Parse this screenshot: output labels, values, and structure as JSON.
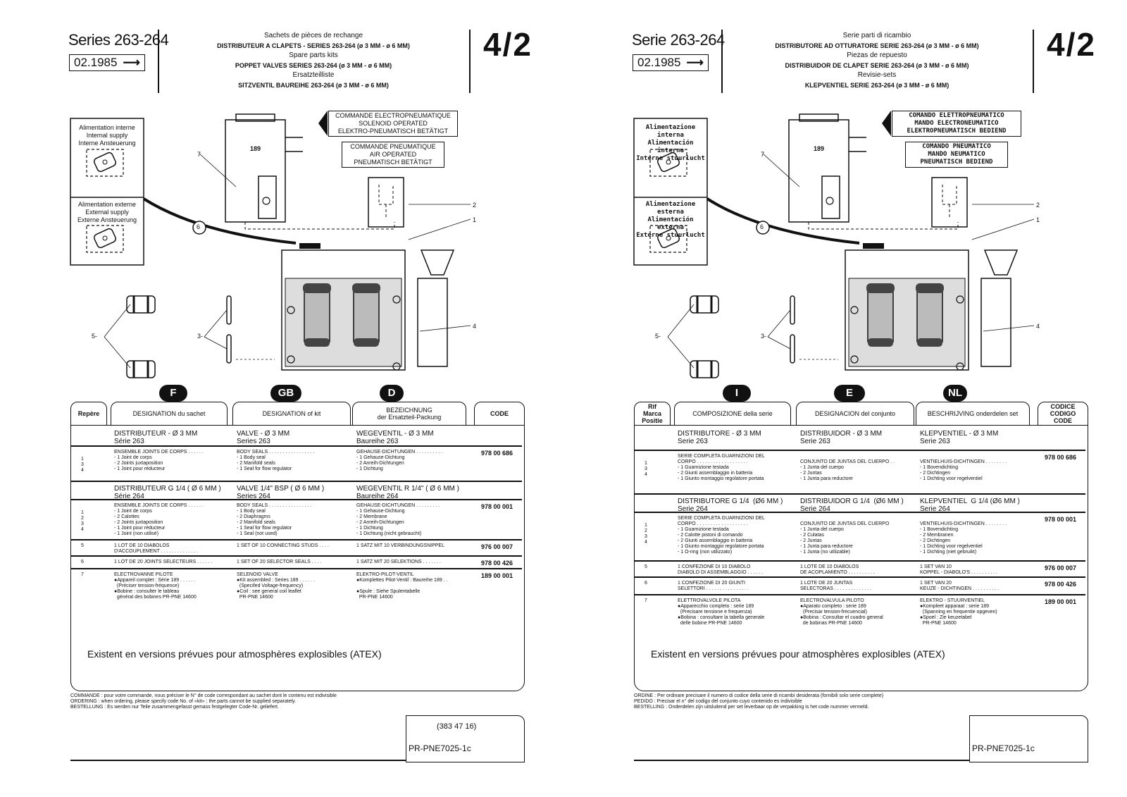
{
  "left": {
    "series": "Series 263-264",
    "date": "02.1985",
    "title_lines": [
      "Sachets de pièces de rechange",
      "DISTRIBUTEUR A CLAPETS - SERIES 263-264 (ø 3 MM - ø 6 MM)",
      "Spare parts kits",
      "POPPET VALVES SERIES 263-264 (ø 3 MM - ø 6 MM)",
      "Ersatzteilliste",
      "SITZVENTIL BAUREIHE 263-264 (ø 3 MM - ø 6 MM)"
    ],
    "page_no": "4/2",
    "supply_internal": [
      "Alimentation interne",
      "Internal supply",
      "Interne Ansteuerung"
    ],
    "supply_external": [
      "Alimentation externe",
      "External supply",
      "Externe Ansteuerung"
    ],
    "cmd_solenoid": [
      "COMMANDE ELECTROPNEUMATIQUE",
      "SOLENOID OPERATED",
      "ELEKTRO-PNEUMATISCH BETÄTIGT"
    ],
    "cmd_air": [
      "COMMANDE PNEUMATIQUE",
      "AIR OPERATED",
      "PNEUMATISCH BETÄTIGT"
    ],
    "coil_label": "189",
    "callouts": [
      "7",
      "6",
      "2",
      "1",
      "4",
      "5-",
      "3-"
    ],
    "badges": [
      "F",
      "GB",
      "D"
    ],
    "headers": [
      "Repère",
      "DESIGNATION du sachet",
      "DESIGNATION of kit",
      "BEZEICHNUNG\nder Ersatzteil-Packung",
      "CODE"
    ],
    "rows": [
      {
        "type": "title",
        "c1": "DISTRIBUTEUR - Ø 3 MM\nSérie 263",
        "c2": "VALVE - Ø 3 MM\nSeries 263",
        "c3": "WEGEVENTIL - Ø 3 MM\nBaureihe 263"
      },
      {
        "type": "item",
        "rep": "1\n3\n4",
        "c1": "ENSEMBLE JOINTS DE CORPS . . . . . .\n- 1 Joint de corps\n- 2 Joints juxtaposition\n- 1 Joint pour réducteur",
        "c2": "BODY SEALS . . . . . . . . . . . . . . . . .\n- 1 Body seal\n- 2 Manifold seals\n- 1 Seal for flow regulator",
        "c3": "GEHAUSE-DICHTUNGEN . . . . . . . . . .\n- 1 Gehause-Dichtung\n- 2 Anreih-Dichtungen\n- 1 Dichtung",
        "code": "978 00 686"
      },
      {
        "type": "title",
        "c1": "DISTRIBUTEUR G 1/4 ( Ø 6 MM )\nSérie 264",
        "c2": "VALVE 1/4\" BSP ( Ø 6 MM )\nSeries 264",
        "c3": "WEGEVENTIL R 1/4\" ( Ø 6 MM )\nBaureihe 264"
      },
      {
        "type": "item",
        "rep": "1\n2\n3\n4",
        "c1": "ENSEMBLE JOINTS DE CORPS . . . . . .\n- 1 Joint de corps\n- 2 Calottes\n- 2 Joints juxtaposition\n- 1 Joint pour réducteur\n- 1 Joint (non utilisé)",
        "c2": "BODY SEALS . . . . . . . . . . . . . . . .\n- 1 Body seal\n- 2 Diaphragms\n- 2 Manifold seals\n- 1 Seal for flow regulator\n- 1 Seal (not used)",
        "c3": "GEHAUSE-DICHTUNGEN . . . . . . . . .\n- 1 Gehause-Dichtung\n- 2 Membrane\n- 2 Anreih-Dichtungen\n- 1 Dichtung\n- 1 Dichtung (nicht gebraucht)",
        "code": "978 00 001"
      },
      {
        "type": "item",
        "rep": "5",
        "c1": "1 LOT DE 10 DIABOLOS\nD'ACCOUPLEMENT . . . . . . . . . . . . . .",
        "c2": "1 SET OF 10 CONNECTING STUDS . . . .",
        "c3": "1 SATZ MIT 10 VERBINDUNGSNIPPEL",
        "code": "976 00 007"
      },
      {
        "type": "item",
        "rep": "6",
        "c1": "1 LOT DE 20 JOINTS SELECTEURS . . . . . .",
        "c2": "1 SET OF 20 SELECTOR SEALS . . . .",
        "c3": "1 SATZ MIT 20 SELEKTIONS . . . . . . .",
        "code": "978 00 426"
      },
      {
        "type": "item",
        "rep": "7",
        "c1": "ELECTROVANNE PILOTE\n●Appareil complet : Série 189 . . . . . .\n  (Préciser tension-fréquence)\n●Bobine : consulter le tableau\n  général des bobines PR-PNE 14600",
        "c2": "SELENOID VALVE\n●Kit assembled : Series 189 . . . . . .\n  (Specifed Voltage-frequency)\n●Coil : see general coil leaflet\n  PR-PNE 14600",
        "c3": "ELEKTRO-PILOT-VENTIL\n●Komplettes Pilot-Ventil : Baureihe 189 . .\n\n●Spule : Siehe Spulentabelle\n  PR-PNE 14600",
        "code": "189 00 001"
      }
    ],
    "atex": "Existent en versions prévues pour atmosphères explosibles (ATEX)",
    "footer": [
      "COMMANDE : pour votre commande, nous préciser le N° de code correspondant au sachet dont le contenu est indivisible",
      "ORDERING : when ordering, please specify code No. of «kit» ; the parts cannot be supplied separately.",
      "BESTELLUNG : Es werden nur Teile zusammengefasst gemass festgelegter Code-Nr. geliefert."
    ],
    "ref_small": "(383 47 16)",
    "ref": "PR-PNE7025-1c"
  },
  "right": {
    "series": "Serie 263-264",
    "date": "02.1985",
    "title_lines": [
      "Serie parti di ricambio",
      "DISTRIBUTORE AD OTTURATORE SERIE 263-264 (ø 3 MM - ø 6 MM)",
      "Piezas de repuesto",
      "DISTRIBUIDOR DE CLAPET SERIE 263-264 (ø 3 MM - ø 6 MM)",
      "Revisie-sets",
      "KLEPVENTIEL SERIE 263-264 (ø 3 MM - ø 6 MM)"
    ],
    "page_no": "4/2",
    "supply_internal": [
      "Alimentazione interna",
      "Alimentación interna",
      "Interne stuurlucht"
    ],
    "supply_external": [
      "Alimentazione esterna",
      "Alimentación externa",
      "Externe stuurlucht"
    ],
    "cmd_solenoid": [
      "COMANDO ELETTROPNEUMATICO",
      "MANDO ELECTRONEUMATICO",
      "ELEKTROPNEUMATISCH BEDIEND"
    ],
    "cmd_air": [
      "COMANDO PNEUMATICO",
      "MANDO NEUMATICO",
      "PNEUMATISCH BEDIEND"
    ],
    "coil_label": "189",
    "callouts": [
      "7",
      "6",
      "2",
      "1",
      "4",
      "5-",
      "3-"
    ],
    "badges": [
      "I",
      "E",
      "NL"
    ],
    "headers": [
      "Rif\nMarca\nPositie",
      "COMPOSIZIONE della serie",
      "DESIGNACION del conjunto",
      "BESCHRIJVING onderdelen set",
      "CODICE\nCODIGO\nCODE"
    ],
    "rows": [
      {
        "type": "title",
        "c1": "DISTRIBUTORE - Ø 3 MM\nSerie 263",
        "c2": "DISTRIBUIDOR - Ø 3 MM\nSerie 263",
        "c3": "KLEPVENTIEL - Ø 3 MM\nSerie 263"
      },
      {
        "type": "item",
        "rep": "1\n3\n4",
        "c1": "SERIE COMPLETA GUARNIZIONI DEL\nCORPO . . . . . . . . . . . . . . . . . . .\n- 1 Guarnizione testada\n- 2 Giunti assemblaggio in batteria\n- 1 Giunto montaggio regolatore portata",
        "c2": "\nCONJUNTO DE JUNTAS DEL CUERPO . .\n- 1 Junta del cuerpo\n- 2 Juntas\n- 1 Junta para reductore",
        "c3": "\nVENTIELHUIS-DICHTINGEN . . . . . . . .\n- 1 Bovendichting\n- 2 Dichtingen\n- 1 Dichting voor regelventiel",
        "code": "978 00 686"
      },
      {
        "type": "title",
        "c1": "DISTRIBUTORE G 1/4  (Ø6 MM )\nSerie 264",
        "c2": "DISTRIBUIDOR G 1/4  (Ø6 MM )\nSerie 264",
        "c3": "KLEPVENTIEL  G 1/4 (Ø6 MM )\nSerie 264"
      },
      {
        "type": "item",
        "rep": "1\n2\n3\n4",
        "c1": "SERIE COMPLETA GUARNIZIONI DEL\nCORPO . . . . . . . . . . . . . . . . . . .\n- 1 Guarnizione testada\n- 2 Calotte pistoni di comando\n- 2 Giunti assemblaggio in batteria\n- 1 Giunto montaggio regolatore portata\n- 1 O-ring (non utilizzato)",
        "c2": "\nCONJUNTO DE JUNTAS DEL CUERPO\n- 1 Junta del cuerpo\n- 2 Culatas\n- 2 Juntas\n- 1 Junta para reductore\n- 1 Junta (no utilizable)",
        "c3": "\nVENTIELHUIS-DICHTINGEN . . . . . . . .\n- 1 Bovendichting\n- 2 Membranen\n- 2 Dichtingen\n- 1 Dichting voor regelventiel\n- 1 Dichting (niet gebruikt)",
        "code": "978 00 001"
      },
      {
        "type": "item",
        "rep": "5",
        "c1": "1 CONFEZIONE DI 10 DIABOLO\nDIABOLO DI ASSEMBLAGGIO . . . . . .",
        "c2": "1 LOTE DE 10 DIABOLOS\nDE ACOPLAMIENTO . . . . . . . . . .",
        "c3": "1 SET VAN 10\nKOPPEL - DIABOLO'S . . . . . . . . . .",
        "code": "976 00 007"
      },
      {
        "type": "item",
        "rep": "6",
        "c1": "1 CONFEZIONE DI 20 GIUNTI\nSELETTORI . . . . . . . . . . . . . . . .",
        "c2": "1 LOTE DE 20 JUNTAS\nSELECTORAS . . . . . . . . . . . . . .",
        "c3": "1 SET VAN 20\nKEUZE - DICHTINGEN . . . . . . . . . .",
        "code": "978 00 426"
      },
      {
        "type": "item",
        "rep": "7",
        "c1": "ELETTROVALVOLE PILOTA\n●Apparecchio completo : serie 189\n  (Precisare tensione e frequenza)\n●Bobina : consultare la tabella generale\n  delle bobine PR-PNE 14600",
        "c2": "ELECTROVALVULA PILOTO\n●Aparato completo : serie 189\n  (Precisar tension-frecuencial)\n●Bobina : Consultar el cuadro general\n  de bobinas PR-PNE 14600",
        "c3": "ELEKTRO - STUURVENTIEL\n●Kompleet apparaat : serie 189\n  (Spanning en frequentie opgeven)\n●Spoel : Zie keuzetabel\n  PR-PNE 14600",
        "code": "189 00 001"
      }
    ],
    "atex": "Existent en versions prévues pour atmosphères explosibles (ATEX)",
    "footer": [
      "ORDINE : Per ordinare precisare il numero di codice della serie di ricambi desiderata (fornibili solo serie complete)",
      "PEDIDO : Precisar el n° del codigo del conjunto cuyo contenido es indivisible",
      "BESTELLING : Onderdelen zijn uitsluitend per set leverbaar op de verpakking is het code nummer vermeld."
    ],
    "ref_small": "",
    "ref": "PR-PNE7025-1c"
  }
}
